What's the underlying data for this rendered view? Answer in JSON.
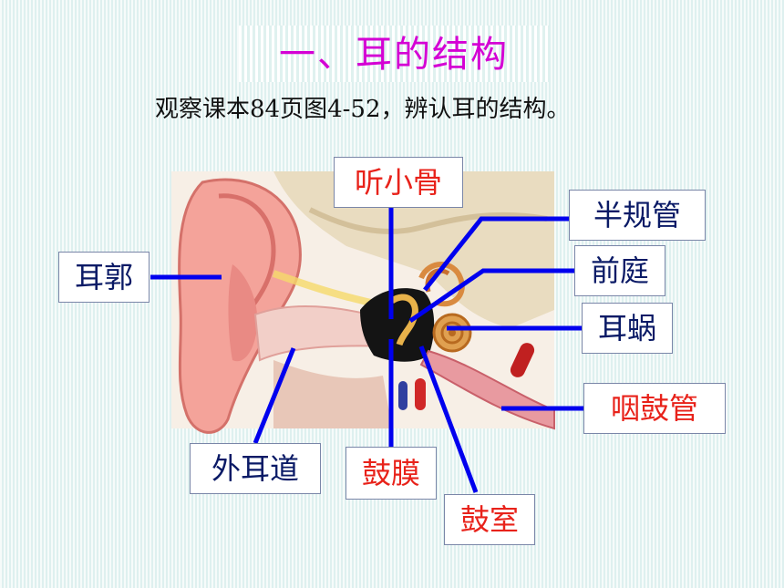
{
  "title": "一、耳的结构",
  "instruction": "观察课本84页图4-52，辨认耳的结构。",
  "labels": {
    "auricle": "耳郭",
    "ear_canal": "外耳道",
    "ossicles": "听小骨",
    "semicircular_canals": "半规管",
    "vestibule": "前庭",
    "cochlea": "耳蜗",
    "eustachian_tube": "咽鼓管",
    "eardrum": "鼓膜",
    "tympanic_cavity": "鼓室"
  },
  "colors": {
    "title": "#d400d4",
    "navy_label": "#0a1a66",
    "red_label": "#e8221a",
    "pointer_line": "#0000ee"
  }
}
